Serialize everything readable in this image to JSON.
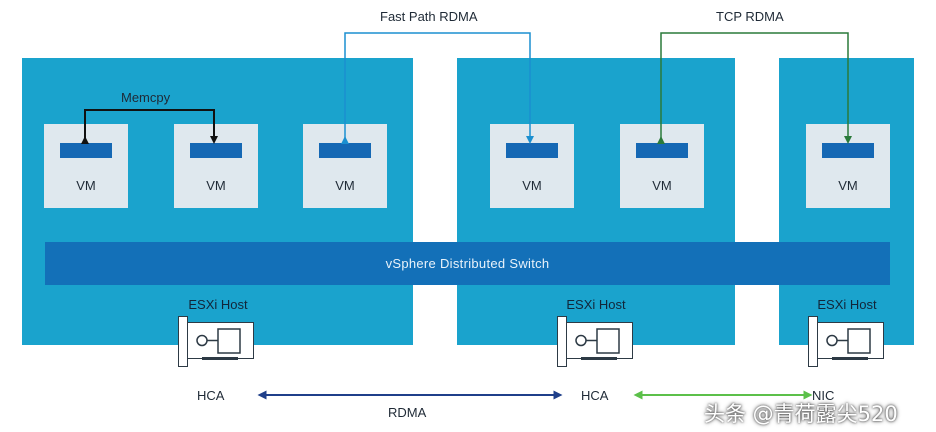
{
  "labels": {
    "fast_path": "Fast Path RDMA",
    "tcp_rdma": "TCP RDMA",
    "memcpy": "Memcpy",
    "switch": "vSphere Distributed Switch",
    "rdma": "RDMA"
  },
  "vms": [
    "VM",
    "VM",
    "VM",
    "VM",
    "VM",
    "VM"
  ],
  "hosts": [
    {
      "label": "ESXi Host",
      "adapter": "HCA"
    },
    {
      "label": "ESXi Host",
      "adapter": "HCA"
    },
    {
      "label": "ESXi Host",
      "adapter": "NIC"
    }
  ],
  "watermark": "头条 @青荷露尖520",
  "colors": {
    "host_bg": "#1aa3cd",
    "switch_bg": "#1370b8",
    "vm_bg": "#dfe8ee",
    "vm_slot": "#1568b4",
    "fast_path_line": "#1b8fd0",
    "tcp_line": "#2a7a3a",
    "memcpy_line": "#111111",
    "rdma_arrow": "#1f3f8a",
    "tcp_arrow": "#5cc04a"
  }
}
